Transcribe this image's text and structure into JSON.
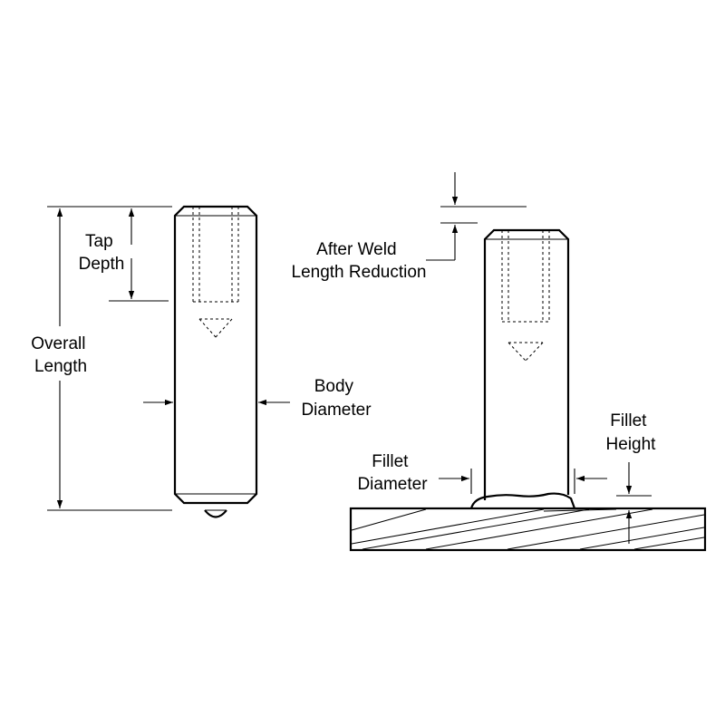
{
  "labels": {
    "tap_depth": [
      "Tap",
      "Depth"
    ],
    "overall_length": [
      "Overall",
      "Length"
    ],
    "body_diameter": [
      "Body",
      "Diameter"
    ],
    "after_weld": [
      "After Weld",
      "Length Reduction"
    ],
    "fillet_height": [
      "Fillet",
      "Height"
    ],
    "fillet_diameter": [
      "Fillet",
      "Diameter"
    ]
  }
}
